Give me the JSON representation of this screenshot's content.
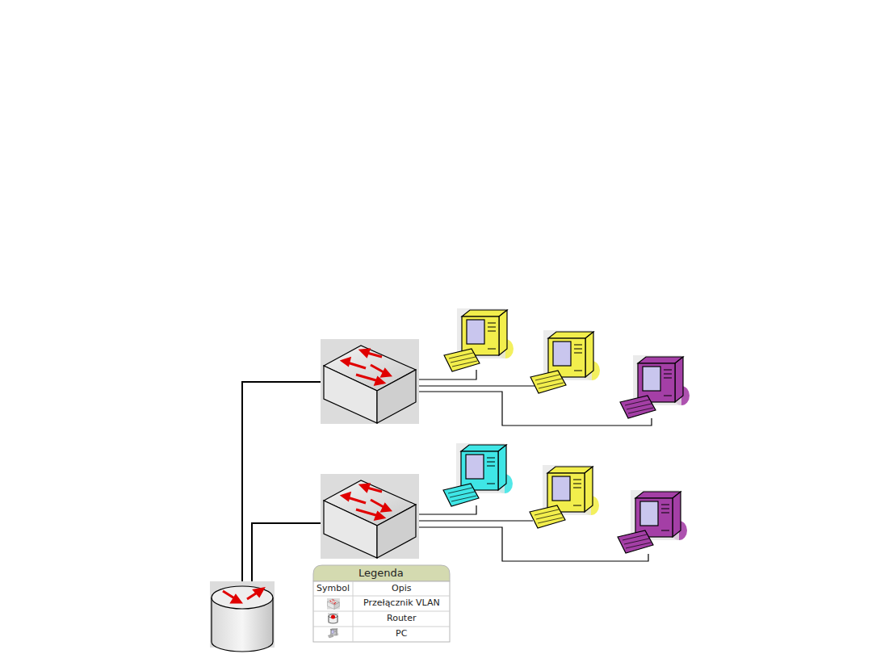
{
  "diagram": {
    "labels": [
      "Legenda",
      "Symbol",
      "Opis"
    ],
    "legend": [
      {
        "text": "Przełącznik VLAN"
      },
      {
        "text": "Router"
      },
      {
        "text": "PC"
      }
    ]
  }
}
